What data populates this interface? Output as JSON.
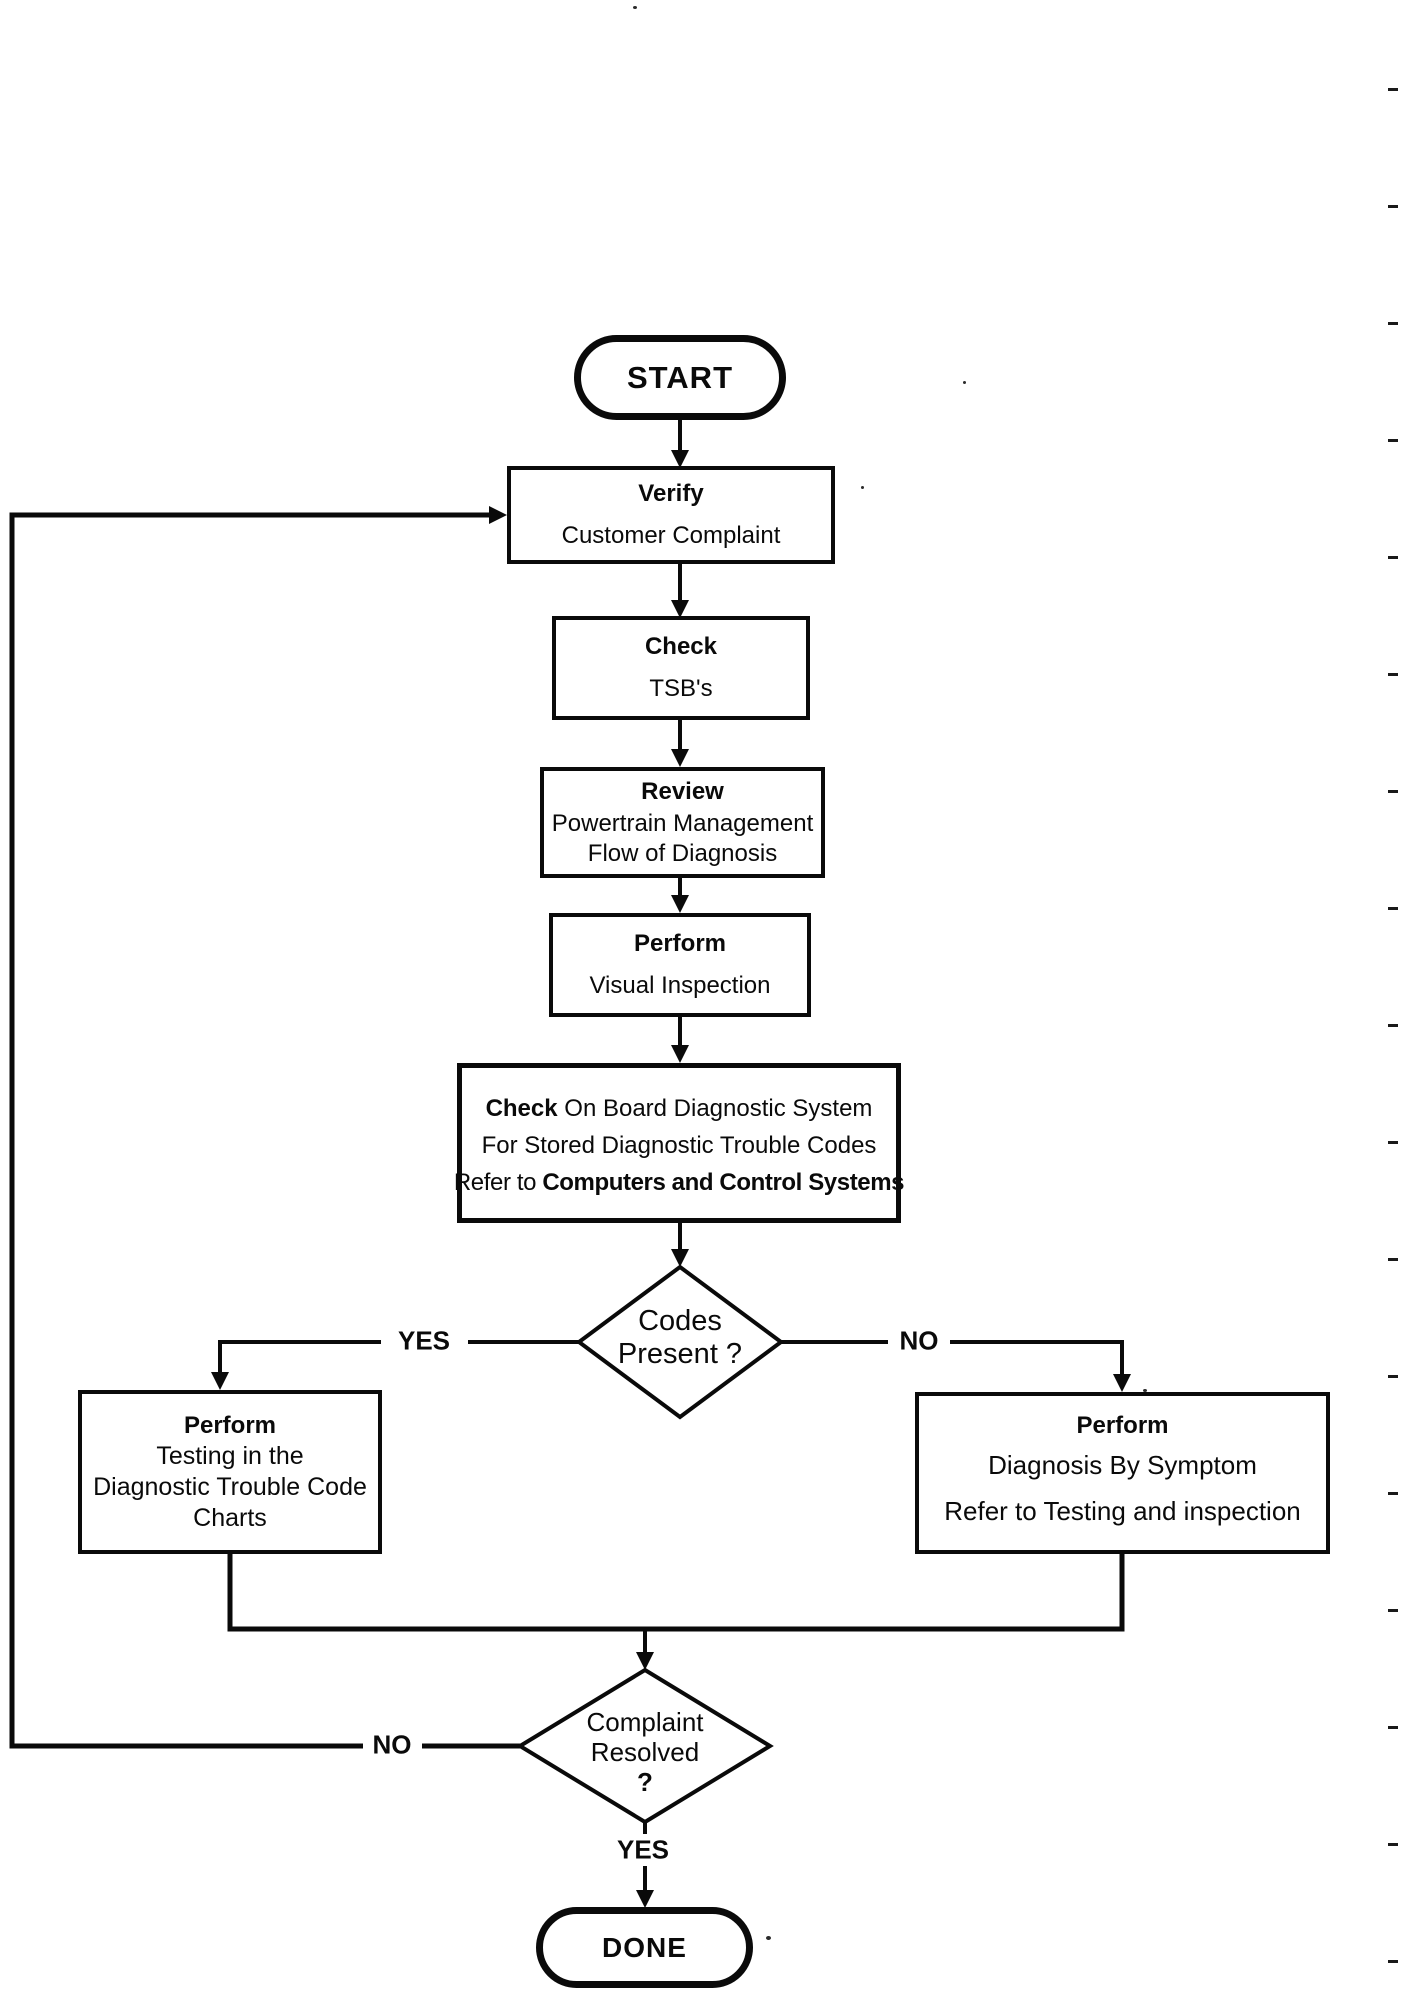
{
  "colors": {
    "ink": "#0a0a0a",
    "background": "#ffffff"
  },
  "flowchart": {
    "start_label": "START",
    "verify": {
      "title": "Verify",
      "body": "Customer Complaint"
    },
    "check_tsb": {
      "title": "Check",
      "body": "TSB's"
    },
    "review": {
      "title": "Review",
      "line1": "Powertrain Management",
      "line2": "Flow of Diagnosis"
    },
    "visual": {
      "title": "Perform",
      "body": "Visual Inspection"
    },
    "obd": {
      "line1_bold": "Check",
      "line1_rest": " On Board Diagnostic System",
      "line2": "For Stored Diagnostic Trouble Codes",
      "line3_pre": "Refer to ",
      "line3_bold": "Computers and Control Systems"
    },
    "codes_decision": {
      "line1": "Codes",
      "line2": "Present ?"
    },
    "branch_yes_label": "YES",
    "branch_no_label": "NO",
    "dtc_charts": {
      "title": "Perform",
      "line1": "Testing in the",
      "line2": "Diagnostic Trouble Code",
      "line3": "Charts"
    },
    "symptom": {
      "title": "Perform",
      "line1": "Diagnosis By Symptom",
      "line2": "Refer to Testing and inspection"
    },
    "resolved_decision": {
      "line1": "Complaint",
      "line2": "Resolved",
      "line3": "?"
    },
    "loop_no_label": "NO",
    "done_yes_label": "YES",
    "done_label": "DONE"
  }
}
